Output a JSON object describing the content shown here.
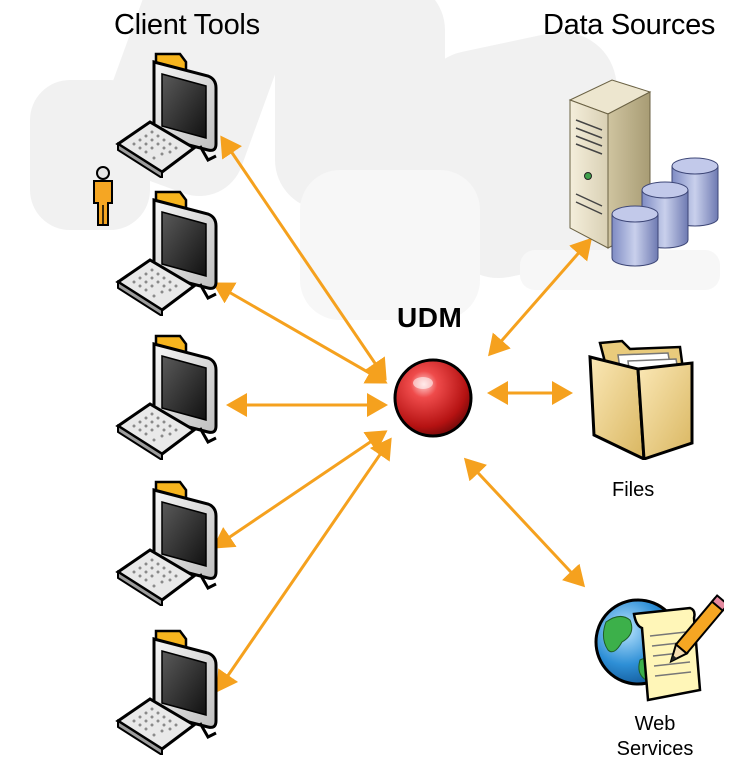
{
  "diagram": {
    "client_tools_title": "Client Tools",
    "data_sources_title": "Data Sources",
    "hub_label": "UDM",
    "files_label": "Files",
    "web_services_label_line1": "Web",
    "web_services_label_line2": "Services"
  },
  "colors": {
    "arrow": "#F5A11E",
    "hub_sphere": "#D62020",
    "background_watermark": "#EFEFEF"
  },
  "icons": {
    "client": "desktop-computer-icon",
    "user": "user-person-icon",
    "hub": "red-sphere-icon",
    "server": "server-with-databases-icon",
    "files": "file-folder-icon",
    "web_services": "globe-with-document-and-pencil-icon"
  }
}
